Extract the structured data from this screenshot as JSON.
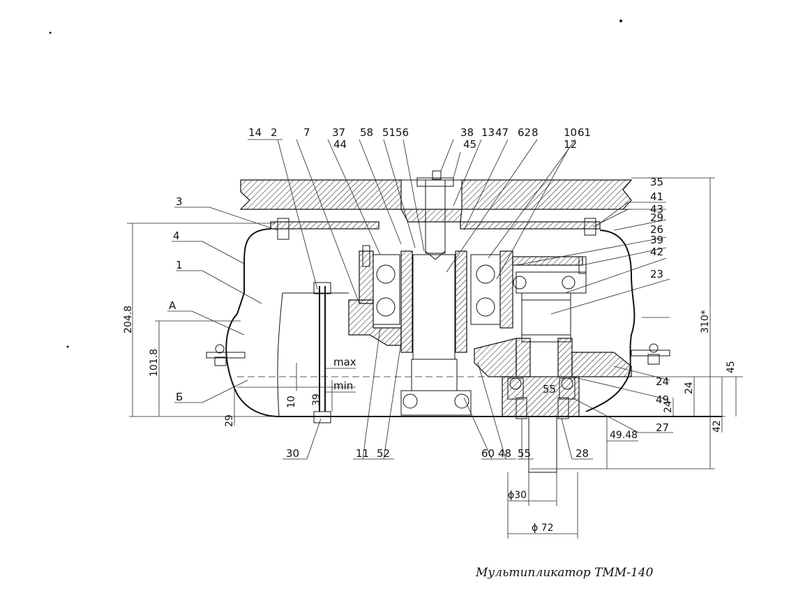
{
  "callouts_top": [
    "14",
    "2",
    "7",
    "37",
    "44",
    "58",
    "51",
    "56",
    "38",
    "13",
    "47",
    "45",
    "62",
    "8",
    "10",
    "61",
    "12"
  ],
  "callouts_right": [
    "35",
    "41",
    "43",
    "29",
    "26",
    "39",
    "42",
    "23",
    "24",
    "49",
    "27"
  ],
  "callouts_left": [
    "3",
    "4",
    "1",
    "А",
    "Б"
  ],
  "callouts_bottom": [
    "30",
    "11",
    "52",
    "60",
    "48",
    "55",
    "28"
  ],
  "inner_labels": {
    "max": "max",
    "min": "min",
    "dim55": "55"
  },
  "dimensions": {
    "d2048": "204.8",
    "d1018": "101.8",
    "d310": "310*",
    "d45": "45",
    "d42": "42",
    "d24a": "24",
    "d24b": "24",
    "d29": "29",
    "d10": "10",
    "d39": "39",
    "d4948": "49.48",
    "phi30": "ϕ30",
    "phi72": "ϕ 72"
  },
  "caption": "Мультипликатор ТММ-140"
}
